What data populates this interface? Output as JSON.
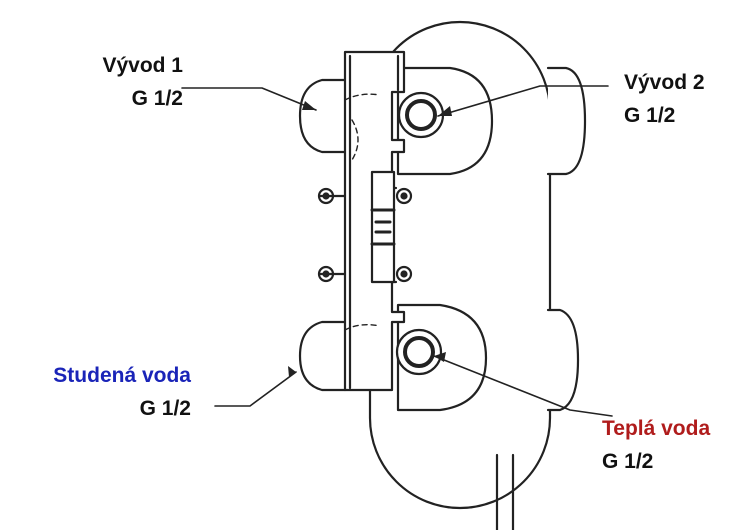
{
  "labels": {
    "outlet1": {
      "name": "Vývod 1",
      "size": "G 1/2"
    },
    "outlet2": {
      "name": "Vývod 2",
      "size": "G 1/2"
    },
    "cold": {
      "name": "Studená voda",
      "size": "G 1/2"
    },
    "hot": {
      "name": "Teplá voda",
      "size": "G 1/2"
    }
  },
  "colors": {
    "default_text": "#111111",
    "cold_text": "#1a24b8",
    "hot_text": "#b01c1c",
    "line": "#222222"
  }
}
